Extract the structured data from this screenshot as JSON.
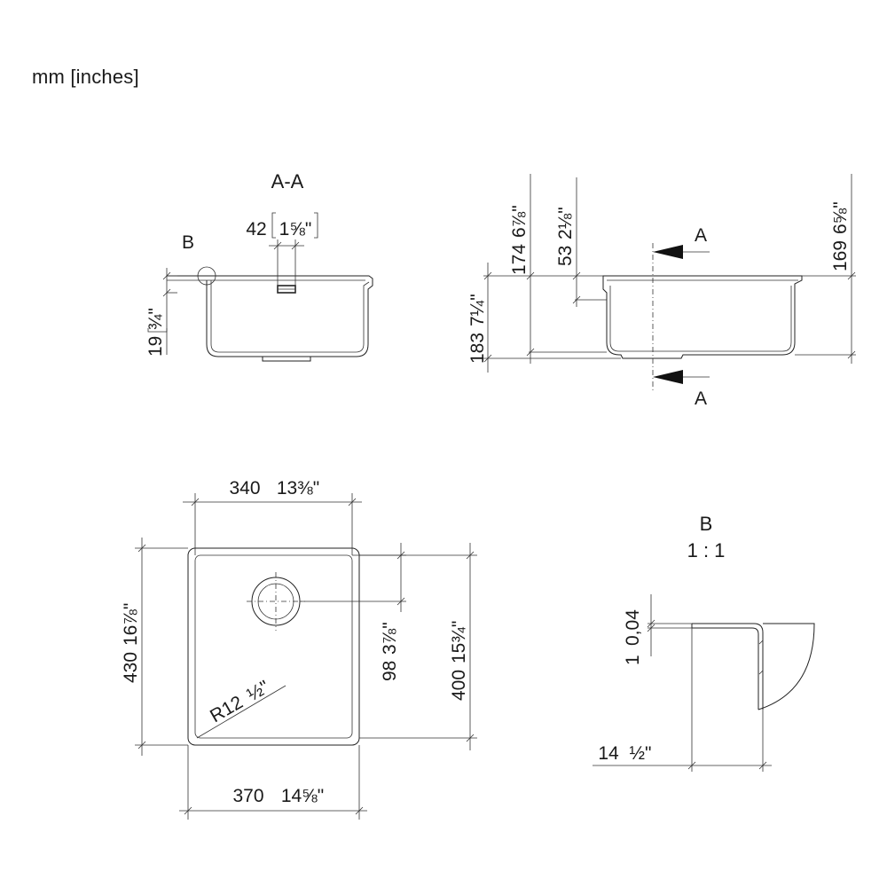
{
  "units_note": "mm [inches]",
  "section_view": {
    "title": "A-A",
    "detail_callout": "B",
    "dim_top_mm": "42",
    "dim_top_in": "1⅝\"",
    "dim_left_mm": "19",
    "dim_left_in": "¾\""
  },
  "side_view": {
    "dim_overall_mm": "183",
    "dim_overall_in": "7¼\"",
    "dim_174_mm": "174",
    "dim_174_in": "6⅞\"",
    "dim_53_mm": "53",
    "dim_53_in": "2⅛\"",
    "dim_169_mm": "169",
    "dim_169_in": "6⅝\"",
    "section_mark_top": "A",
    "section_mark_bottom": "A"
  },
  "plan_view": {
    "dim_inner_width_mm": "340",
    "dim_inner_width_in": "13⅜\"",
    "dim_outer_width_mm": "370",
    "dim_outer_width_in": "14⅝\"",
    "dim_outer_depth_mm": "430",
    "dim_outer_depth_in": "16⅞\"",
    "dim_inner_depth_mm": "400",
    "dim_inner_depth_in": "15¾\"",
    "dim_drain_mm": "98",
    "dim_drain_in": "3⅞\"",
    "dim_radius_mm": "R12",
    "dim_radius_in": "½\""
  },
  "detail_view": {
    "title": "B",
    "scale": "1 : 1",
    "dim_thickness_mm": "1",
    "dim_thickness_in": "0,04",
    "dim_flange_mm": "14",
    "dim_flange_in": "½\""
  }
}
